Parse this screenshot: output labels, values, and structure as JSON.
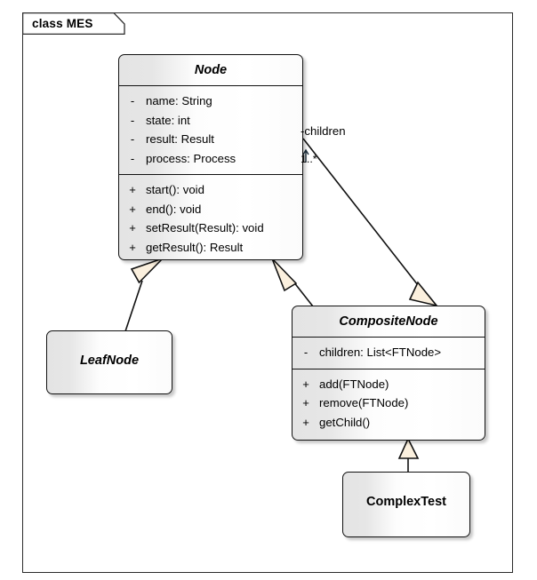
{
  "frame": {
    "label": "class MES"
  },
  "diagram": {
    "type": "uml-class-diagram",
    "classes": [
      {
        "id": "node",
        "name": "Node",
        "abstract": true,
        "attributes": [
          {
            "visibility": "-",
            "text": "name: String"
          },
          {
            "visibility": "-",
            "text": "state: int"
          },
          {
            "visibility": "-",
            "text": "result: Result"
          },
          {
            "visibility": "-",
            "text": "process: Process"
          }
        ],
        "operations": [
          {
            "visibility": "+",
            "text": "start(): void"
          },
          {
            "visibility": "+",
            "text": "end(): void"
          },
          {
            "visibility": "+",
            "text": "setResult(Result): void"
          },
          {
            "visibility": "+",
            "text": "getResult(): Result"
          }
        ]
      },
      {
        "id": "leafnode",
        "name": "LeafNode",
        "abstract": true,
        "attributes": [],
        "operations": []
      },
      {
        "id": "compositenode",
        "name": "CompositeNode",
        "abstract": true,
        "attributes": [
          {
            "visibility": "-",
            "text": "children: List<FTNode>"
          }
        ],
        "operations": [
          {
            "visibility": "+",
            "text": "add(FTNode)"
          },
          {
            "visibility": "+",
            "text": "remove(FTNode)"
          },
          {
            "visibility": "+",
            "text": "getChild()"
          }
        ]
      },
      {
        "id": "complextest",
        "name": "ComplexTest",
        "abstract": false,
        "attributes": [],
        "operations": []
      }
    ],
    "relationships": [
      {
        "kind": "generalization",
        "from": "LeafNode",
        "to": "Node"
      },
      {
        "kind": "generalization",
        "from": "CompositeNode",
        "to": "Node"
      },
      {
        "kind": "generalization",
        "from": "ComplexTest",
        "to": "CompositeNode"
      },
      {
        "kind": "association",
        "from": "Node",
        "to": "CompositeNode",
        "role_label": "-children",
        "multiplicity": "1..*"
      }
    ]
  },
  "labels": {
    "children_role": "-children",
    "children_multiplicity": "1..*"
  },
  "colors": {
    "line": "#111111",
    "arrow_fill": "#fbf0de",
    "box_border": "#111111",
    "box_light": "#ffffff",
    "box_shade": "#e4e4e4",
    "background": "#ffffff"
  }
}
